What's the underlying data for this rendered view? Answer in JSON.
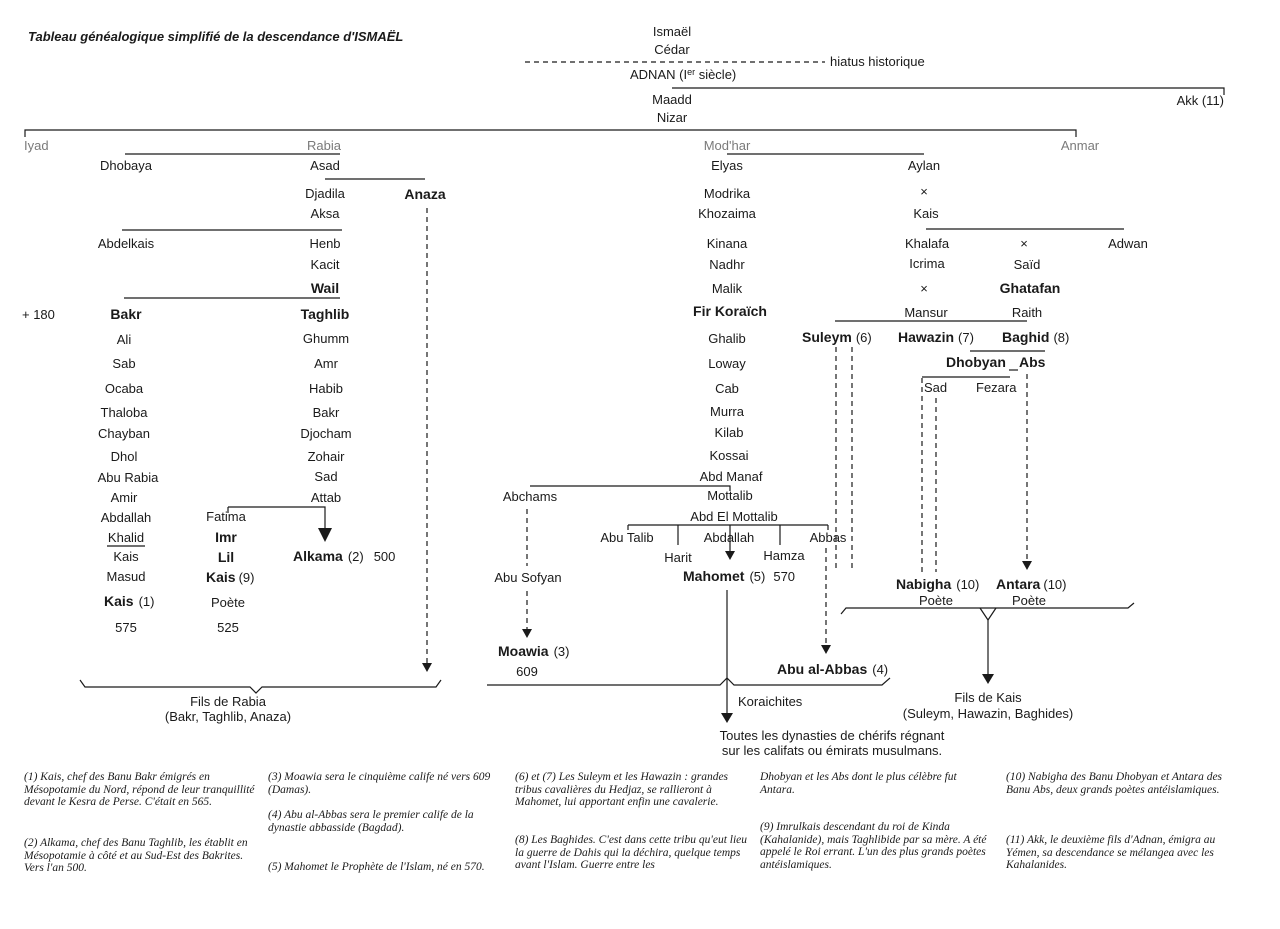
{
  "title": "Tableau généalogique simplifié de la descendance d'ISMAËL",
  "top": {
    "ismael": "Ismaël",
    "cedar": "Cédar",
    "hiatus": "hiatus historique",
    "adnan": "ADNAN (I",
    "adnan_sup": "er",
    "adnan_end": " siècle)",
    "maadd": "Maadd",
    "nizar": "Nizar",
    "akk": "Akk (11)"
  },
  "branches": {
    "iyad": "Iyad",
    "rabia": "Rabia",
    "modhar": "Mod'har",
    "anmar": "Anmar"
  },
  "rabia": {
    "dhobaya": "Dhobaya",
    "asad": "Asad",
    "djadila": "Djadila",
    "aksa": "Aksa",
    "anaza": "Anaza",
    "abdelkais": "Abdelkais",
    "henb": "Henb",
    "kacit": "Kacit",
    "wail": "Wail",
    "plus180": "+ 180",
    "bakr": "Bakr",
    "taghlib": "Taghlib",
    "bakr_line": [
      "Ali",
      "Sab",
      "Ocaba",
      "Thaloba",
      "Chayban",
      "Dhol",
      "Abu Rabia",
      "Amir",
      "Abdallah",
      "Khalid",
      "Kais",
      "Masud"
    ],
    "kais1": "Kais",
    "kais1_note": "(1)",
    "d575": "575",
    "taghlib_line": [
      "Ghumm",
      "Amr",
      "Habib",
      "Bakr",
      "Djocham",
      "Zohair",
      "Sad",
      "Attab"
    ],
    "fatima": "Fatima",
    "imr": "Imr",
    "lil": "Lil",
    "kais9": "Kais",
    "kais9_note": "(9)",
    "poete": "Poète",
    "d525": "525",
    "alkama": "Alkama",
    "alkama_note": "(2)",
    "d500": "500",
    "fils_rabia": "Fils de Rabia",
    "fils_rabia_detail": "(Bakr, Taghlib, Anaza)"
  },
  "modhar": {
    "line": [
      "Elyas",
      "Modrika",
      "Khozaima",
      "Kinana",
      "Nadhr",
      "Malik"
    ],
    "fir": "Fir Koraïch",
    "line2": [
      "Ghalib",
      "Loway",
      "Cab",
      "Murra",
      "Kilab",
      "Kossai",
      "Abd Manaf",
      "Mottalib",
      "Abd  El Mottalib"
    ],
    "abchams": "Abchams",
    "abu_sofyan": "Abu Sofyan",
    "moawia": "Moawia",
    "moawia_note": "(3)",
    "d609": "609",
    "abu_talib": "Abu Talib",
    "abdallah": "Abdallah",
    "hamza": "Hamza",
    "abbas": "Abbas",
    "harit": "Harit",
    "mahomet": "Mahomet",
    "mahomet_note": "(5)",
    "d570": "570",
    "abu_abbas": "Abu al-Abbas",
    "abu_abbas_note": "(4)",
    "koraichites": "Koraichites",
    "dyn1": "Toutes les dynasties de  chérifs régnant",
    "dyn2": "sur les califats ou émirats  musulmans."
  },
  "kais": {
    "aylan": "Aylan",
    "cross": "×",
    "kais": "Kais",
    "khalafa": "Khalafa",
    "icrima": "Icrima",
    "adwan": "Adwan",
    "said": "Saïd",
    "ghatafan": "Ghatafan",
    "mansur": "Mansur",
    "raith": "Raith",
    "suleym": "Suleym",
    "suleym_note": "(6)",
    "hawazin": "Hawazin",
    "hawazin_note": "(7)",
    "baghid": "Baghid",
    "baghid_note": "(8)",
    "dhobyan": "Dhobyan",
    "abs": "Abs",
    "sad": "Sad",
    "fezara": "Fezara",
    "nabigha": "Nabigha",
    "nabigha_note": "(10)",
    "antara": "Antara",
    "antara_note": "(10)",
    "poete": "Poète",
    "fils_kais": "Fils de Kais",
    "fils_kais_detail": "(Suleym, Hawazin, Baghides)"
  },
  "footnotes": {
    "n1": "(1) Kais, chef des Banu Bakr émigrés en Mésopotamie du Nord, répond de leur tranquillité devant le Kesra de Perse. C'était en 565.",
    "n2": "(2) Alkama, chef des Banu Taghlib, les établit en Mésopotamie à côté et au Sud-Est des Bakrites. Vers l'an 500.",
    "n3": "(3) Moawia sera le cinquième calife né vers 609 (Damas).",
    "n4": "(4) Abu al-Abbas sera le premier calife de la dynastie abbasside (Bagdad).",
    "n5": "(5) Mahomet le Prophète de l'Islam, né en 570.",
    "n6": "(6) et (7) Les Suleym et les Hawazin : grandes tribus cavalières du Hedjaz, se rallieront à Mahomet, lui apportant enfin une cavalerie.",
    "n8": "(8) Les Baghides. C'est dans cette tribu qu'eut lieu la guerre de Dahis qui la déchira, quelque temps avant l'Islam. Guerre entre les",
    "n8b": "Dhobyan et les Abs dont le plus célèbre fut Antara.",
    "n9": "(9) Imrulkais descendant du roi de Kinda (Kahalanide), mais Taghlibide par sa mère. A été appelé le Roi errant. L'un des plus grands poètes antéislamiques.",
    "n10": "(10) Nabigha des Banu Dhobyan et Antara des Banu Abs, deux grands poètes antéislamiques.",
    "n11": "(11) Akk, le deuxième fils d'Adnan, émigra au Yémen, sa descendance se mélangea avec les Kahalanides."
  }
}
